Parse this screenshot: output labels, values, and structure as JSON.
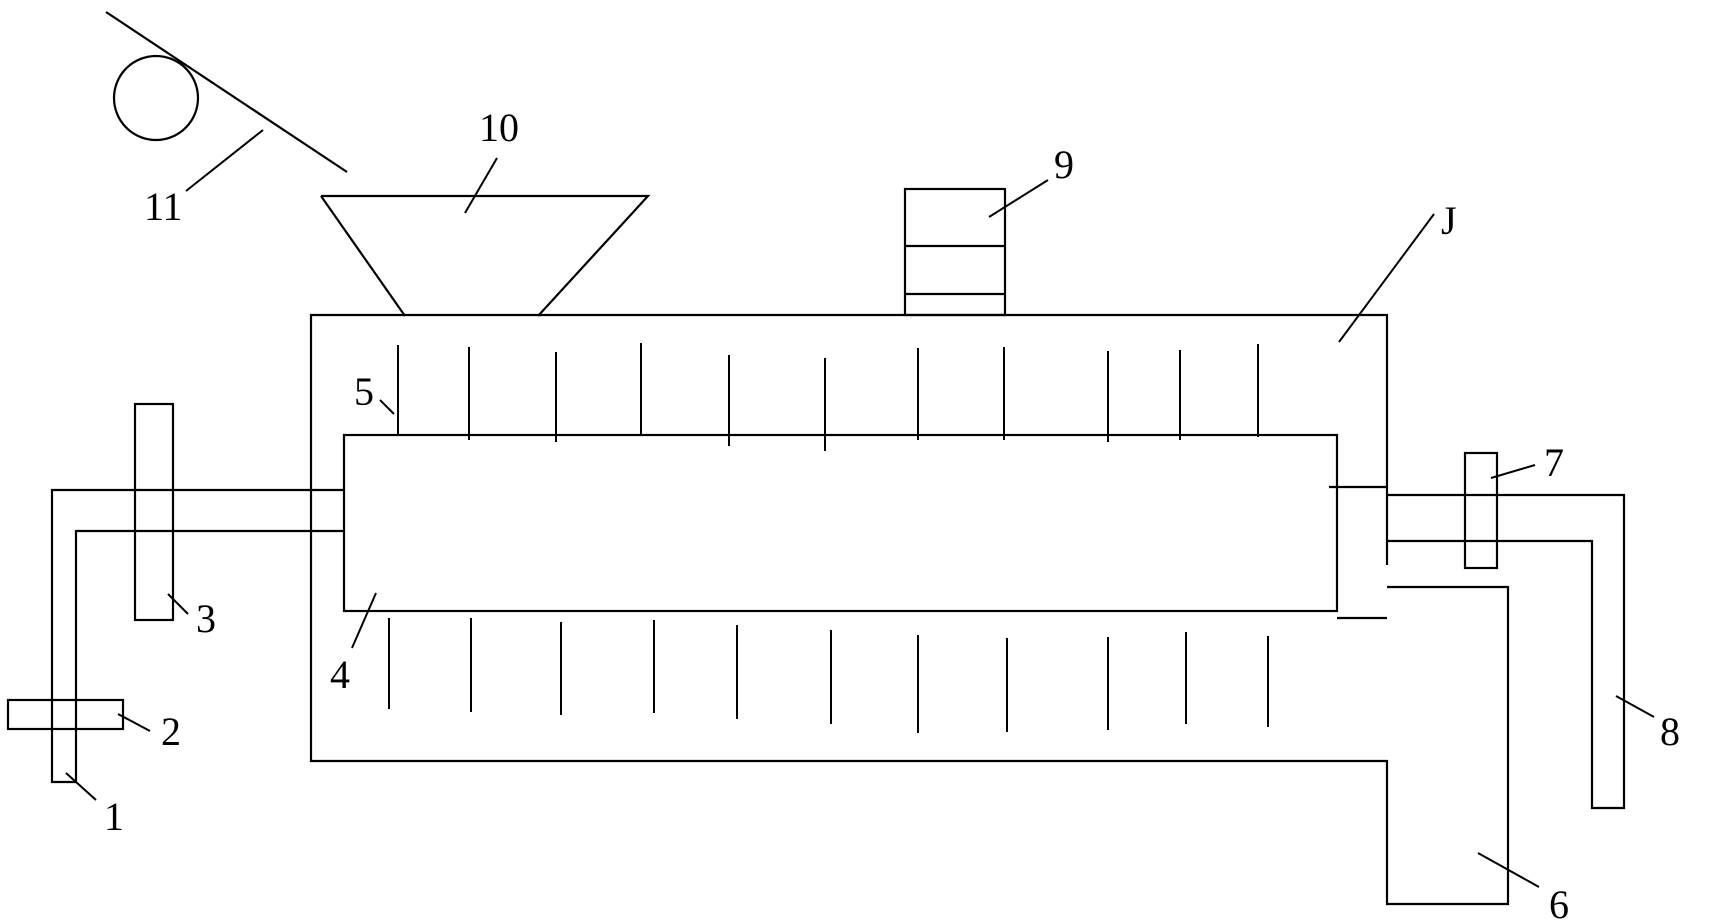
{
  "labels": {
    "l1": "1",
    "l2": "2",
    "l3": "3",
    "l4": "4",
    "l5": "5",
    "l6": "6",
    "l7": "7",
    "l8": "8",
    "l9": "9",
    "l10": "10",
    "l11": "11",
    "lJ": "J"
  }
}
